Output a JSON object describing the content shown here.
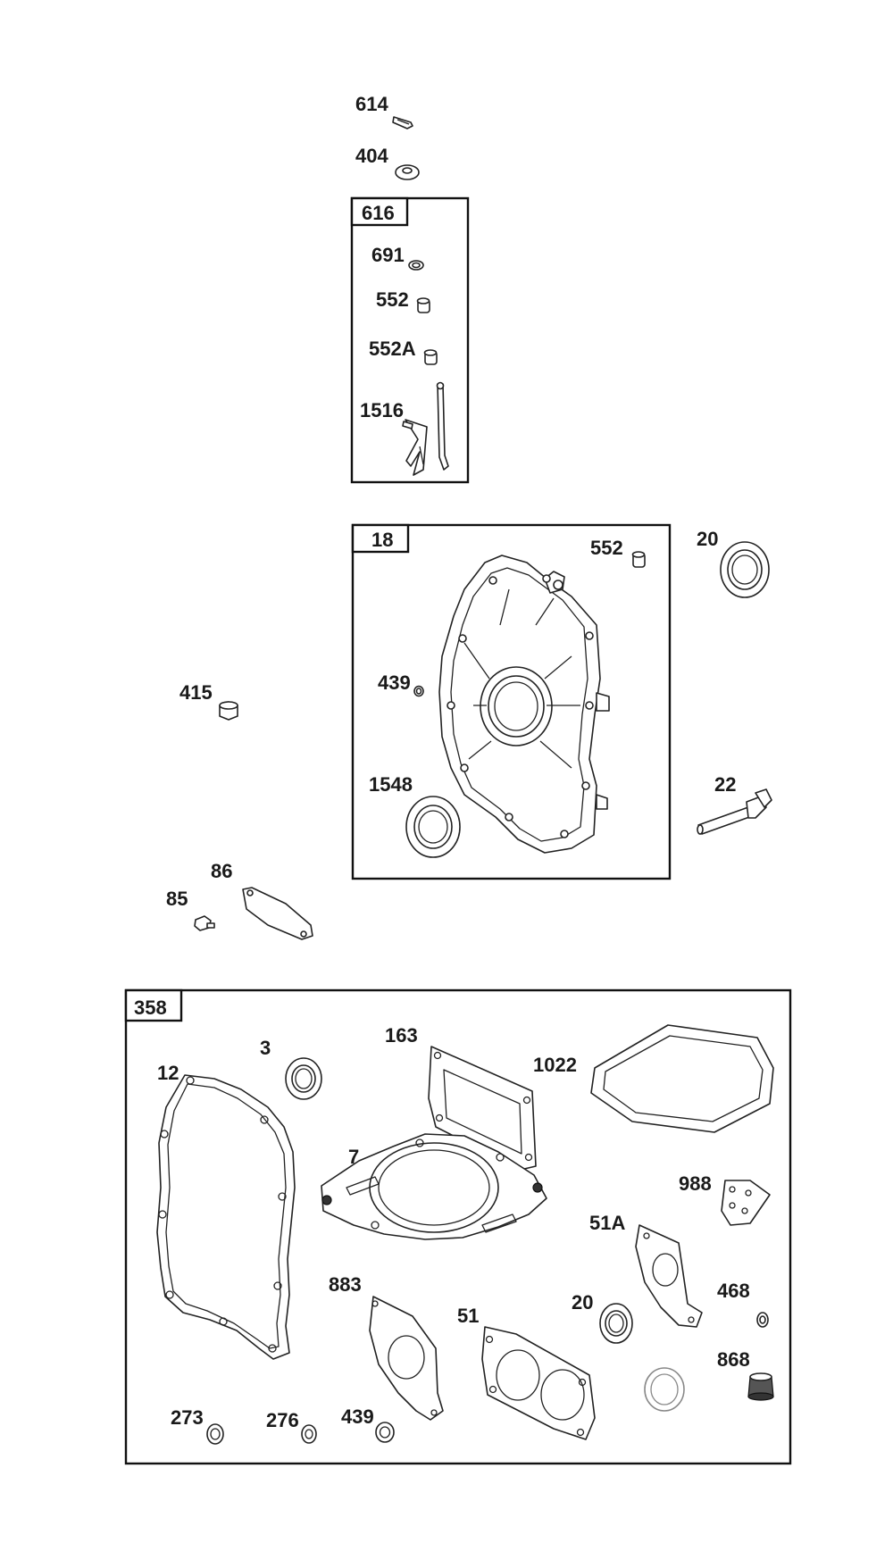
{
  "labels": {
    "l614": "614",
    "l404": "404",
    "l616": "616",
    "l691": "691",
    "l552a": "552",
    "l552A": "552A",
    "l1516": "1516",
    "l18": "18",
    "l552b": "552",
    "l20a": "20",
    "l439a": "439",
    "l415": "415",
    "l1548": "1548",
    "l22": "22",
    "l86": "86",
    "l85": "85",
    "l358": "358",
    "l3": "3",
    "l163": "163",
    "l1022": "1022",
    "l12": "12",
    "l7": "7",
    "l988": "988",
    "l51A": "51A",
    "l883": "883",
    "l20b": "20",
    "l468": "468",
    "l51": "51",
    "l868": "868",
    "l273": "273",
    "l276": "276",
    "l439b": "439"
  }
}
